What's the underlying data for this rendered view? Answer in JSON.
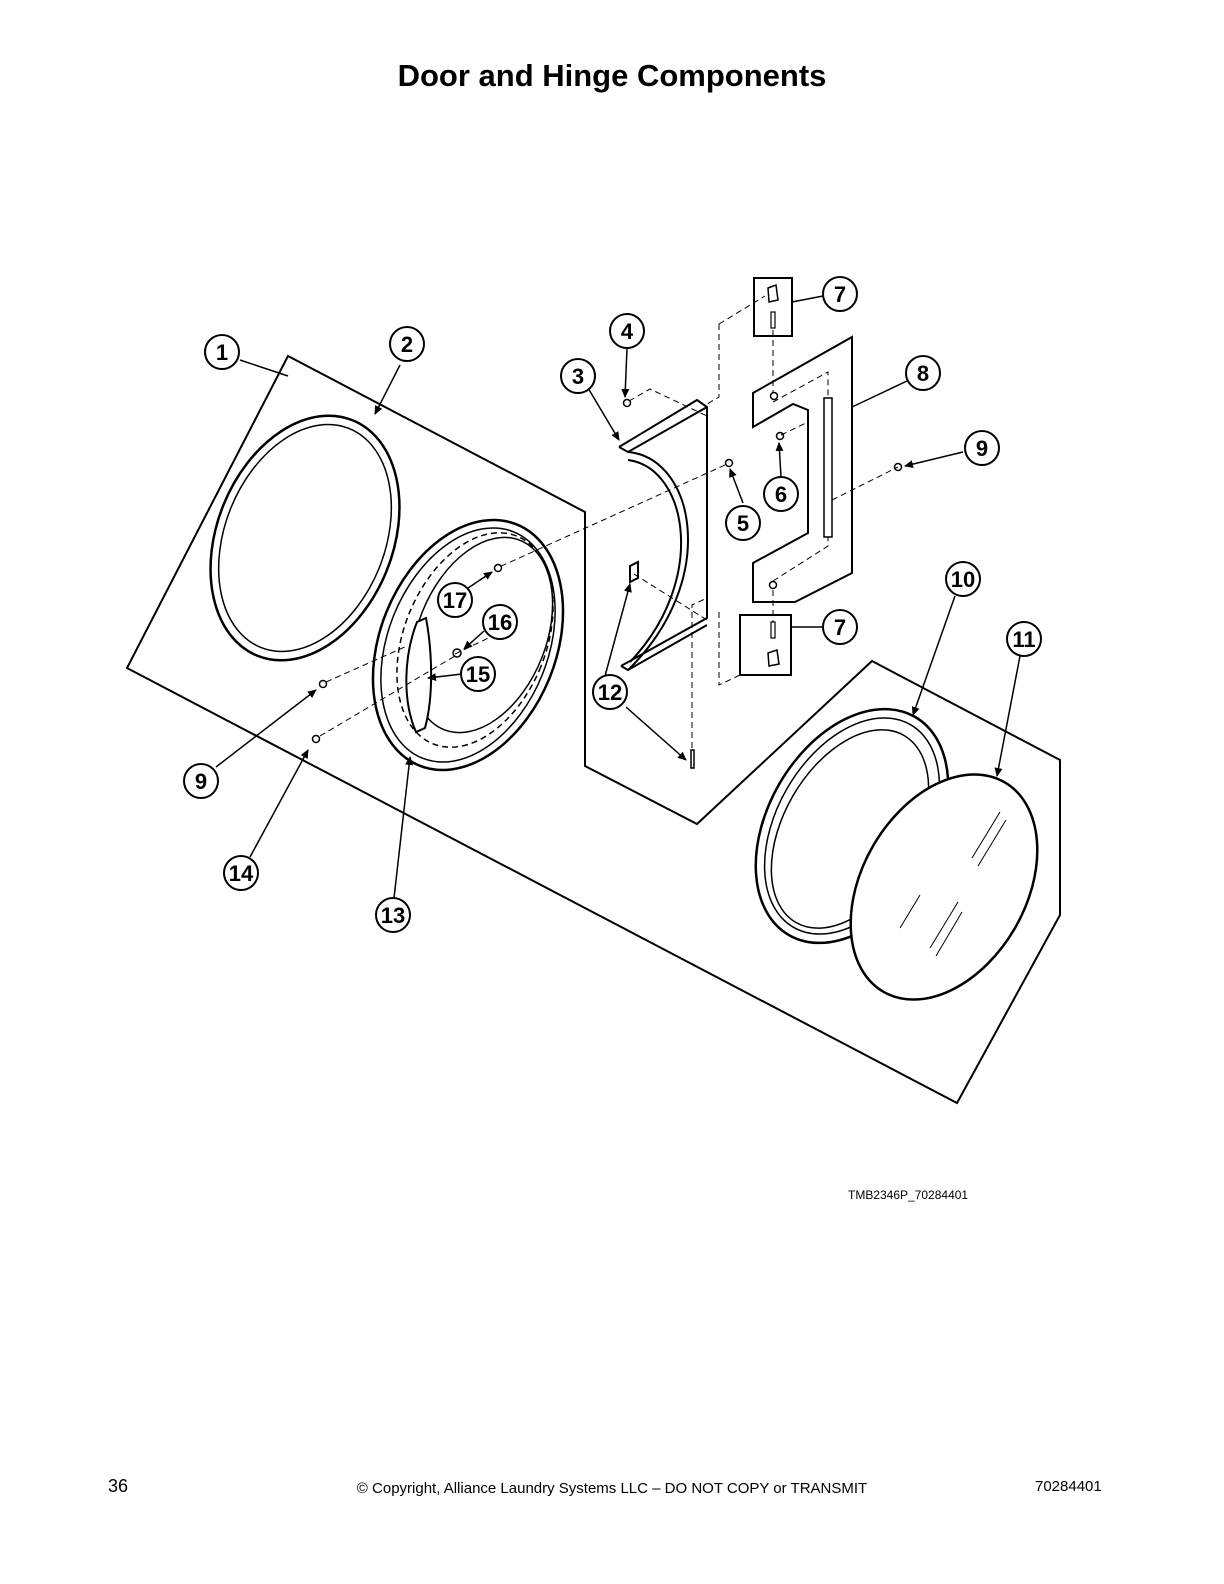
{
  "page": {
    "title": "Door and Hinge Components",
    "figure_id": "TMB2346P_70284401",
    "page_number": "36",
    "copyright": "© Copyright, Alliance Laundry Systems LLC – DO NOT COPY or TRANSMIT",
    "doc_number": "70284401"
  },
  "callouts": {
    "c1": "1",
    "c2": "2",
    "c3": "3",
    "c4": "4",
    "c5": "5",
    "c6": "6",
    "c7a": "7",
    "c7b": "7",
    "c8": "8",
    "c9a": "9",
    "c9b": "9",
    "c10": "10",
    "c11": "11",
    "c12": "12",
    "c13": "13",
    "c14": "14",
    "c15": "15",
    "c16": "16",
    "c17": "17"
  }
}
